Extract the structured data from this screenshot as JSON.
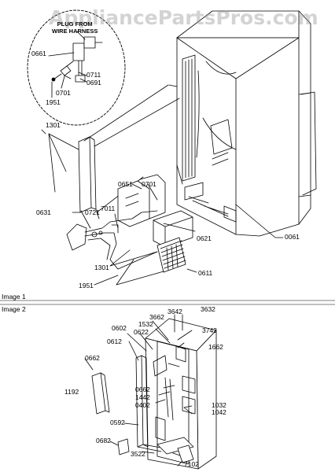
{
  "watermark": "AppliancePartsPros.com",
  "sections": {
    "image1": "Image 1",
    "image2": "Image 2"
  },
  "inset_heading": "PLUG FROM\nWIRE HARNESS",
  "parts": {
    "p0661": "0661",
    "p0711": "0711",
    "p0691": "0691",
    "p0701a": "0701",
    "p1951a": "1951",
    "p1301a": "1301",
    "p0651": "0651",
    "p0701b": "0701",
    "p0631": "0631",
    "p0721": "0721",
    "p7011": "7011",
    "p0621": "0621",
    "p0061": "0061",
    "p1301b": "1301",
    "p0611": "0611",
    "p1951b": "1951",
    "p3642": "3642",
    "p3632": "3632",
    "p3662": "3662",
    "p1532": "1532",
    "p3742": "3742",
    "p0602": "0602",
    "p0622": "0622",
    "p0612": "0612",
    "p1662": "1662",
    "p0662a": "0662",
    "p1192": "1192",
    "p0662b": "0662",
    "p1442": "1442",
    "p0402": "0402",
    "p1032": "1032",
    "p1042": "1042",
    "p0592": "0592",
    "p0682": "0682",
    "p3522": "3522",
    "p7102": "7102"
  }
}
